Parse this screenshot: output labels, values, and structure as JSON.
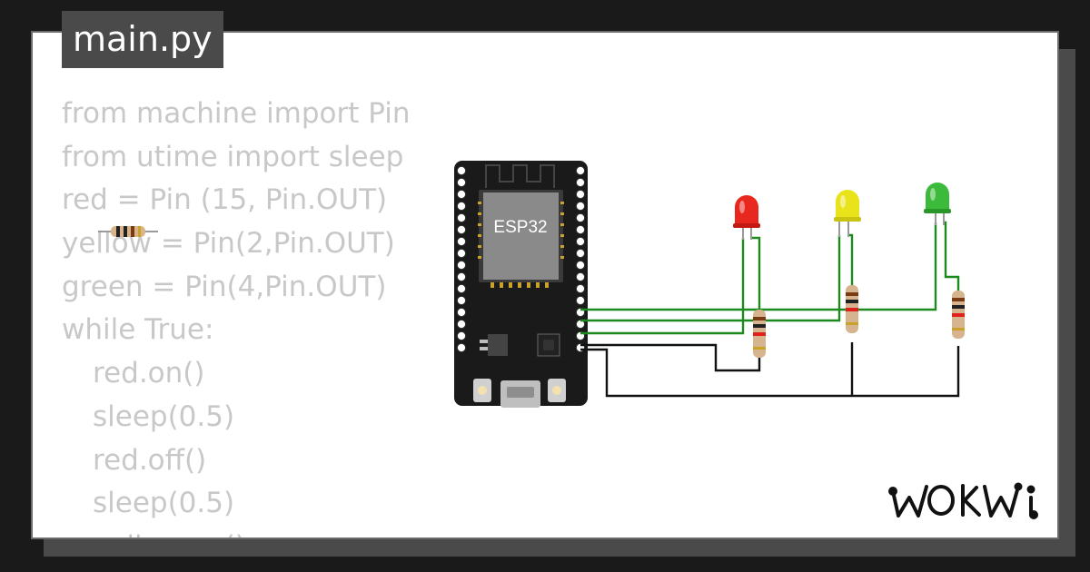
{
  "file_tab": {
    "label": "main.py"
  },
  "code_lines": [
    "from machine import Pin",
    "from utime import sleep",
    "red = Pin (15, Pin.OUT)",
    "yellow = Pin(2,Pin.OUT)",
    "green = Pin(4,Pin.OUT)",
    "while True:",
    "red.on()",
    "sleep(0.5)",
    "red.off()",
    "sleep(0.5)",
    "yellow.on()"
  ],
  "board": {
    "chip_label": "ESP32"
  },
  "leds": [
    {
      "name": "red",
      "color": "#e8271f"
    },
    {
      "name": "yellow",
      "color": "#e9e31b"
    },
    {
      "name": "green",
      "color": "#3cba3c"
    }
  ],
  "brand": {
    "logo_text": "WOKWi"
  },
  "colors": {
    "background": "#1a1a1a",
    "card": "#ffffff",
    "tab": "#4a4a4a",
    "code_text": "#c8c8c8",
    "board": "#1a1a1a",
    "signal_wire": "#1c8a1c",
    "ground_wire": "#111111"
  }
}
